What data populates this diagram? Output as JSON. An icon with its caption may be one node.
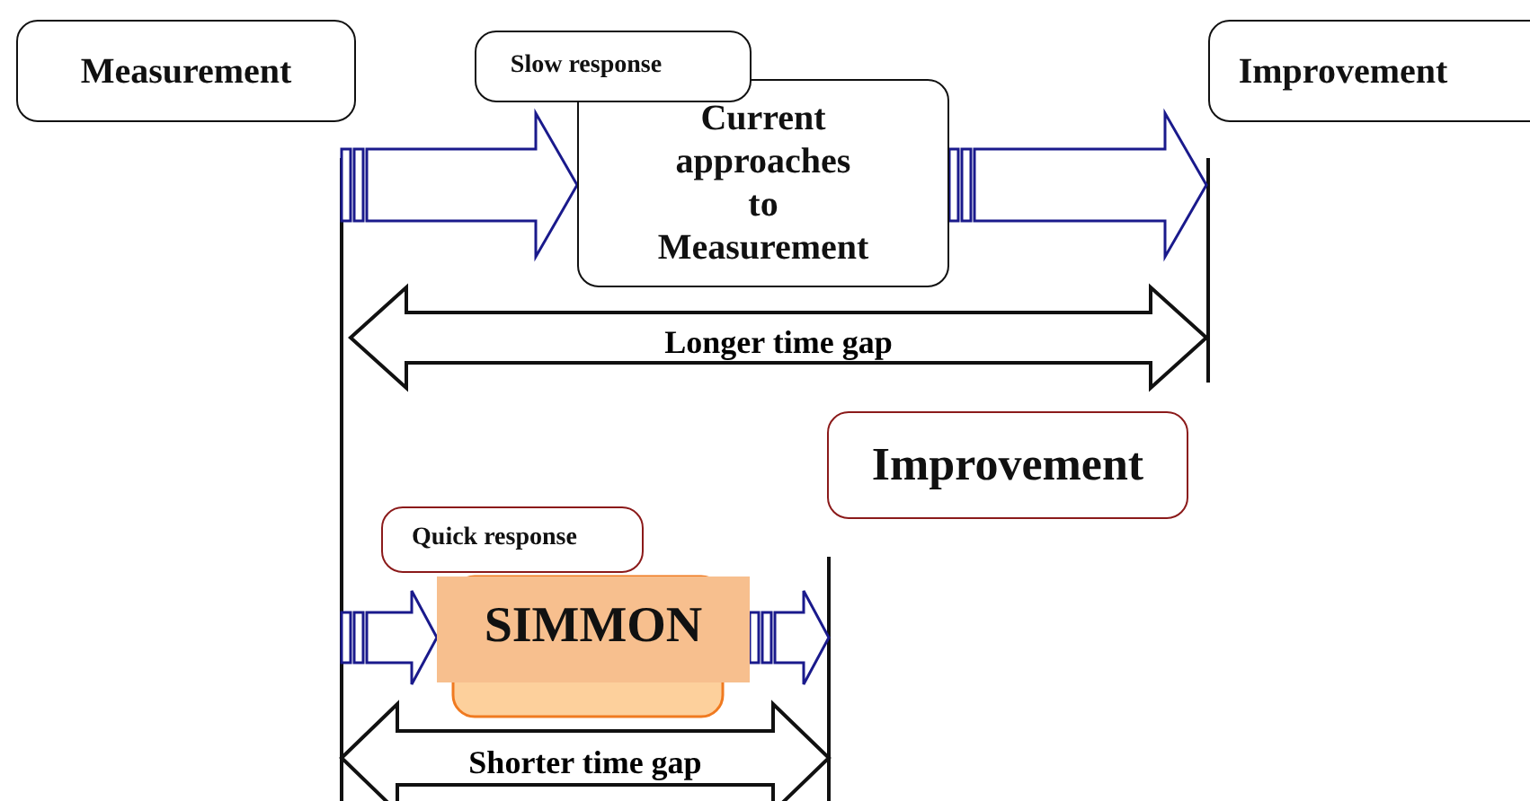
{
  "diagram": {
    "nodes": [
      {
        "text": [
          "Measurement"
        ]
      },
      {
        "text": [
          "Slow response"
        ]
      },
      {
        "text": [
          "Current approaches to Measurement"
        ]
      },
      {
        "text": [
          "Improvement"
        ]
      },
      {
        "text": [
          "Improvement"
        ]
      },
      {
        "text": [
          "Quick response"
        ]
      },
      {
        "text": [
          "SIMMON"
        ]
      }
    ],
    "edges": [
      {
        "from": null,
        "to": 2,
        "arrow": "to"
      },
      {
        "from": 2,
        "to": null,
        "arrow": "to"
      },
      {
        "from": null,
        "to": 6,
        "arrow": "to"
      },
      {
        "from": 6,
        "to": null,
        "arrow": "to"
      }
    ],
    "labels": [
      "Longer time gap",
      "Shorter time gap"
    ]
  }
}
